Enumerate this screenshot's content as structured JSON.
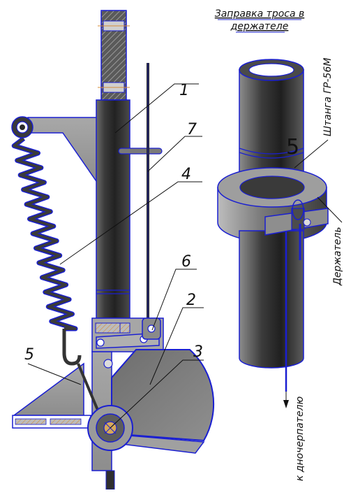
{
  "title": {
    "line1": "Заправка троса в",
    "line2": "держателе"
  },
  "callouts": {
    "c1": "1",
    "c2": "2",
    "c3": "3",
    "c4": "4",
    "c5": "5",
    "c6": "6",
    "c7": "7"
  },
  "right_view": {
    "pipe_number": "5",
    "label_rod": "Штанга ГР-56М",
    "label_holder": "Держатель",
    "label_scoop": "к дночерпателю"
  },
  "colors": {
    "outline": "#1a1fd1",
    "metal_dark": "#2e2e2e",
    "metal_light": "#8a8a8a",
    "hatch": "#d58b3a",
    "plate": "#9a9a9a"
  }
}
